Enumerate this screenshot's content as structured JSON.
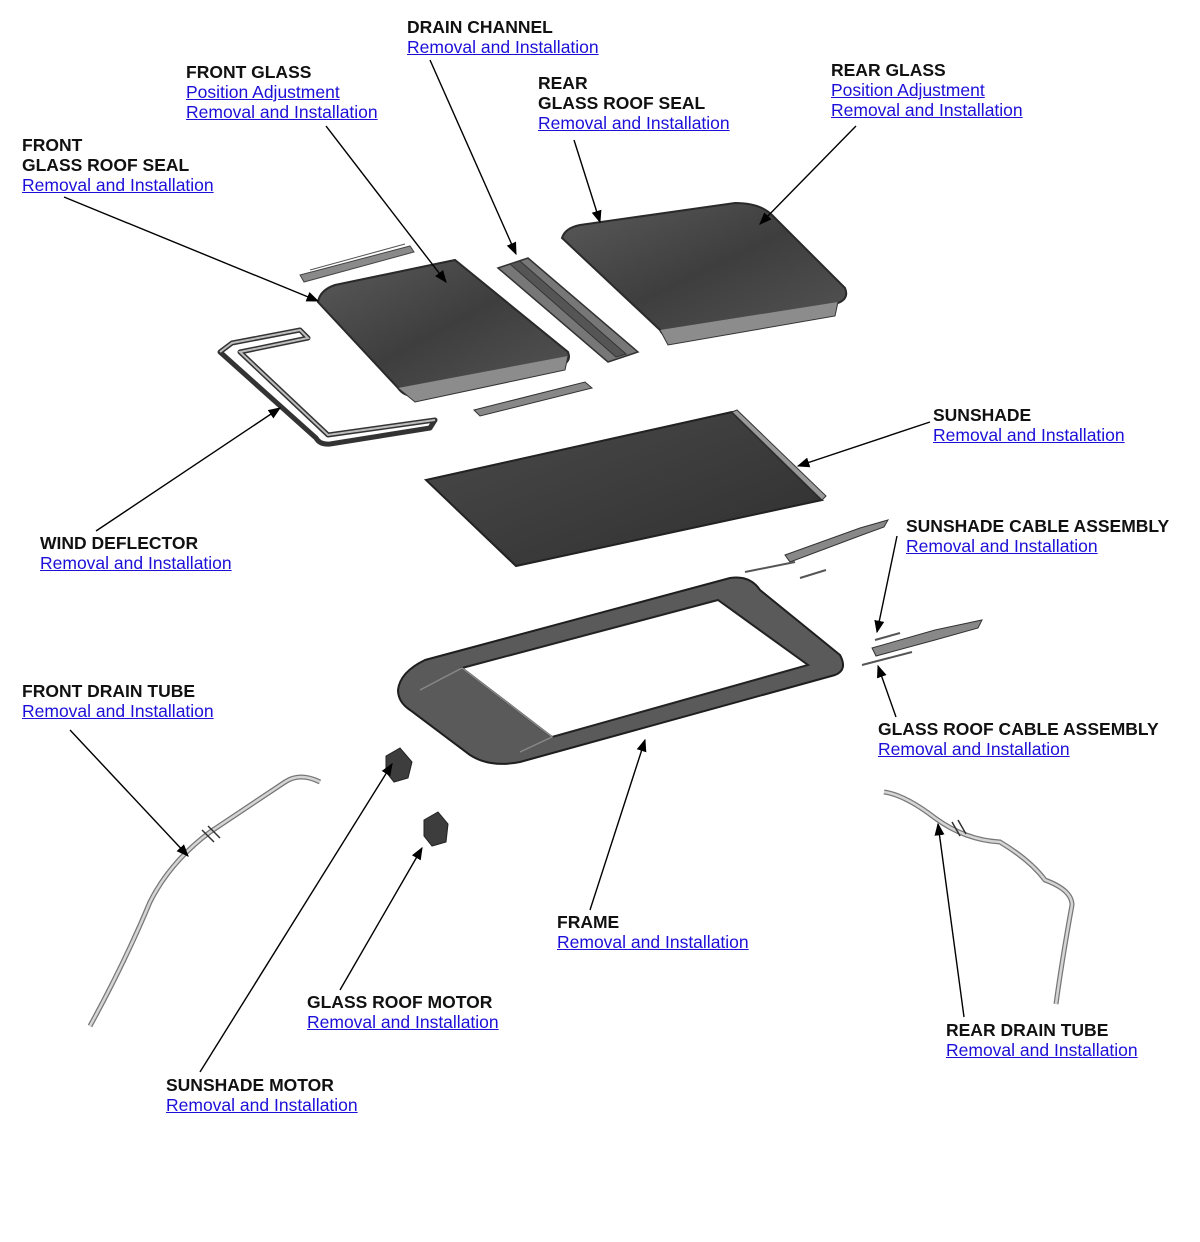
{
  "colors": {
    "link": "#1c10d8",
    "label": "#111111",
    "glass_dark": "#4a4a4a",
    "part_outline": "#333333",
    "leader_line": "#000000"
  },
  "callouts": {
    "drain_channel": {
      "title": "DRAIN CHANNEL",
      "links": [
        "Removal and Installation"
      ]
    },
    "front_glass": {
      "title": "FRONT GLASS",
      "links": [
        "Position Adjustment",
        "Removal and Installation"
      ]
    },
    "rear_glass_roof_seal": {
      "title": "REAR\nGLASS ROOF SEAL",
      "links": [
        "Removal and Installation"
      ]
    },
    "rear_glass": {
      "title": "REAR GLASS",
      "links": [
        "Position Adjustment",
        "Removal and Installation"
      ]
    },
    "front_glass_roof_seal": {
      "title": "FRONT\nGLASS ROOF SEAL",
      "links": [
        "Removal and Installation"
      ]
    },
    "sunshade": {
      "title": "SUNSHADE",
      "links": [
        "Removal and Installation"
      ]
    },
    "sunshade_cable": {
      "title": "SUNSHADE CABLE ASSEMBLY",
      "links": [
        "Removal and Installation"
      ]
    },
    "wind_deflector": {
      "title": "WIND DEFLECTOR",
      "links": [
        "Removal and Installation"
      ]
    },
    "front_drain_tube": {
      "title": "FRONT DRAIN TUBE",
      "links": [
        "Removal and Installation"
      ]
    },
    "glass_roof_cable": {
      "title": "GLASS ROOF CABLE ASSEMBLY",
      "links": [
        "Removal and Installation"
      ]
    },
    "frame": {
      "title": "FRAME",
      "links": [
        "Removal and Installation"
      ]
    },
    "glass_roof_motor": {
      "title": "GLASS ROOF MOTOR",
      "links": [
        "Removal and Installation"
      ]
    },
    "rear_drain_tube": {
      "title": "REAR DRAIN TUBE",
      "links": [
        "Removal and Installation"
      ]
    },
    "sunshade_motor": {
      "title": "SUNSHADE MOTOR",
      "links": [
        "Removal and Installation"
      ]
    }
  }
}
